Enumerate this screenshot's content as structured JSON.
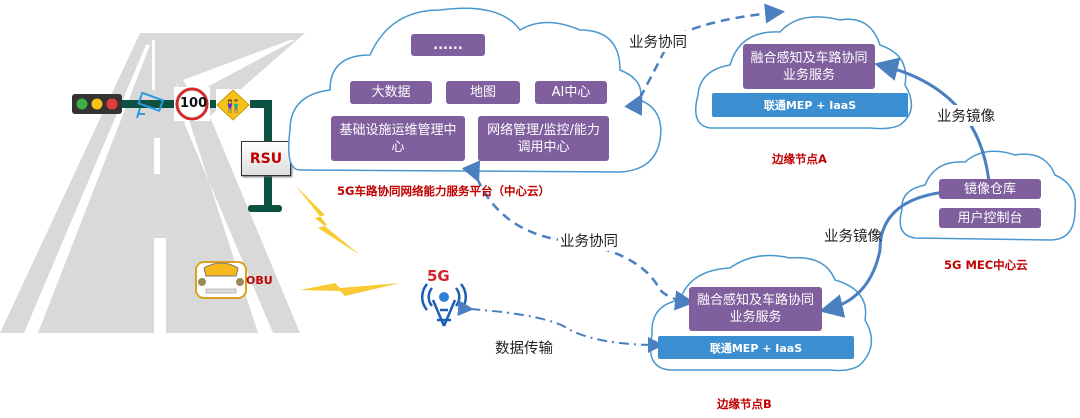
{
  "central_cloud": {
    "title": "5G车路协同网络能力服务平台（中心云）",
    "boxes": [
      "......",
      "大数据",
      "地图",
      "AI中心",
      "基础设施运维管理中心",
      "网络管理/监控/能力调用中心"
    ]
  },
  "edge_node_a": {
    "title": "边缘节点A",
    "service": "融合感知及车路协同业务服务",
    "platform": "联通MEP + IaaS"
  },
  "edge_node_b": {
    "title": "边缘节点B",
    "service": "融合感知及车路协同业务服务",
    "platform": "联通MEP + IaaS"
  },
  "mec_cloud": {
    "title": "5G MEC中心云",
    "boxes": [
      "镜像仓库",
      "用户控制台"
    ]
  },
  "connections": {
    "collab_top": "业务协同",
    "collab_mid": "业务协同",
    "mirror_top": "业务镜像",
    "mirror_bottom": "业务镜像",
    "data_transfer": "数据传输"
  },
  "road": {
    "speed_limit": "100",
    "rsu_label": "RSU",
    "obu_label": "OBU",
    "tower_label": "5G"
  },
  "colors": {
    "purple": "#7f5f9e",
    "blue": "#3b8fd0",
    "red": "#c00000",
    "pole": "#0d5140",
    "cloud_stroke": "#4a98cf"
  }
}
